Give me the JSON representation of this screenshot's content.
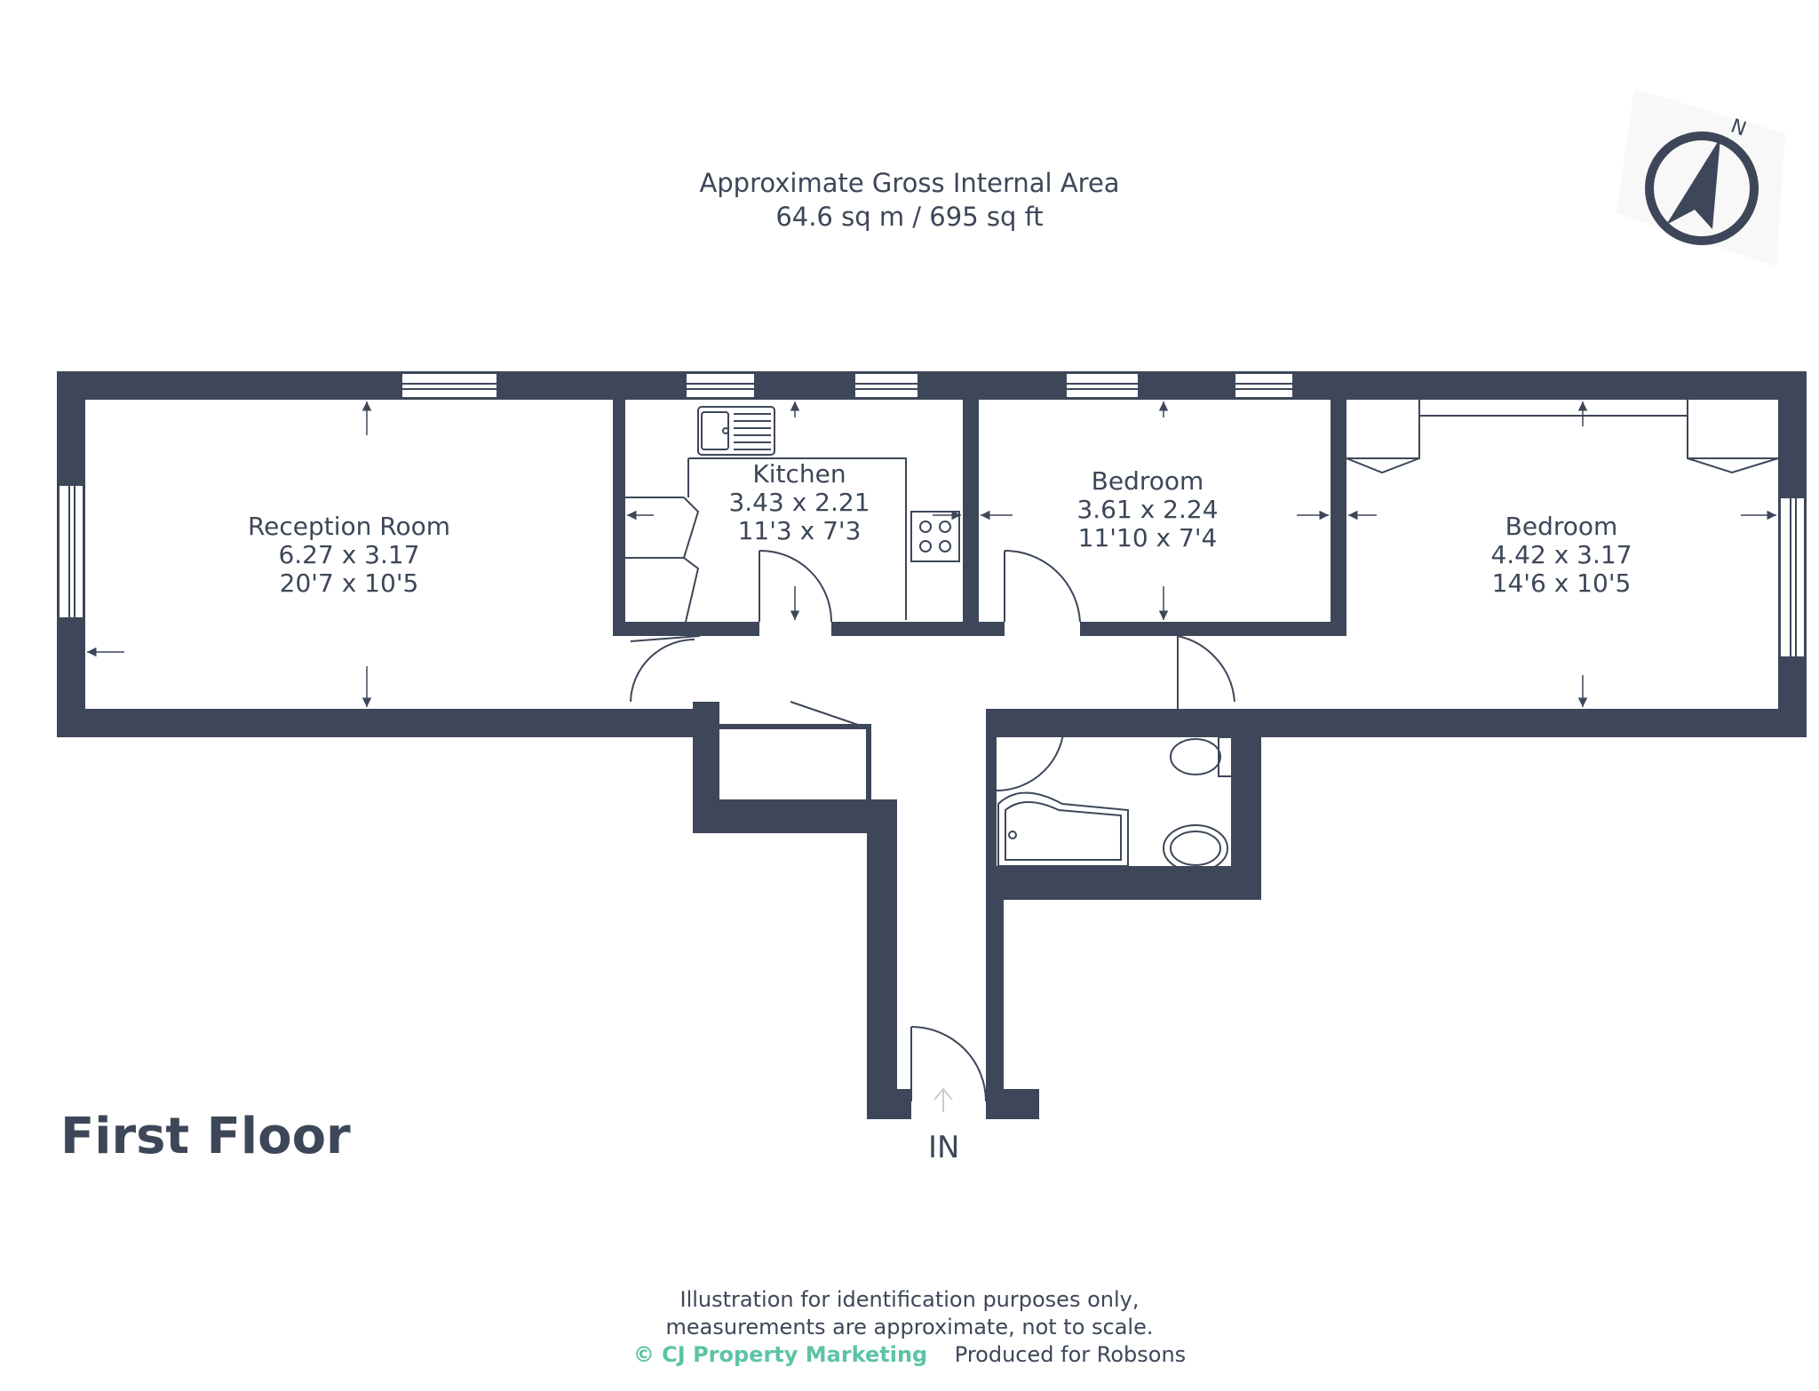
{
  "header": {
    "line1": "Approximate Gross Internal Area",
    "line2": "64.6 sq m / 695 sq ft"
  },
  "compass": {
    "letter": "N",
    "icon": "north-arrow-icon"
  },
  "rooms": {
    "reception": {
      "name": "Reception Room",
      "metric": "6.27 x 3.17",
      "imperial": "20'7 x 10'5"
    },
    "kitchen": {
      "name": "Kitchen",
      "metric": "3.43 x 2.21",
      "imperial": "11'3 x 7'3"
    },
    "bedroom1": {
      "name": "Bedroom",
      "metric": "3.61 x 2.24",
      "imperial": "11'10 x 7'4"
    },
    "bedroom2": {
      "name": "Bedroom",
      "metric": "4.42 x 3.17",
      "imperial": "14'6 x 10'5"
    }
  },
  "floor_label": "First Floor",
  "entrance_label": "IN",
  "footer": {
    "line1": "Illustration for identification purposes only,",
    "line2": "measurements are approximate, not to scale.",
    "brand": "© CJ Property Marketing",
    "produced": "Produced for Robsons"
  },
  "colors": {
    "wall": "#3d4759",
    "text": "#3d4759",
    "brand": "#5cc3a6",
    "background": "#ffffff"
  }
}
